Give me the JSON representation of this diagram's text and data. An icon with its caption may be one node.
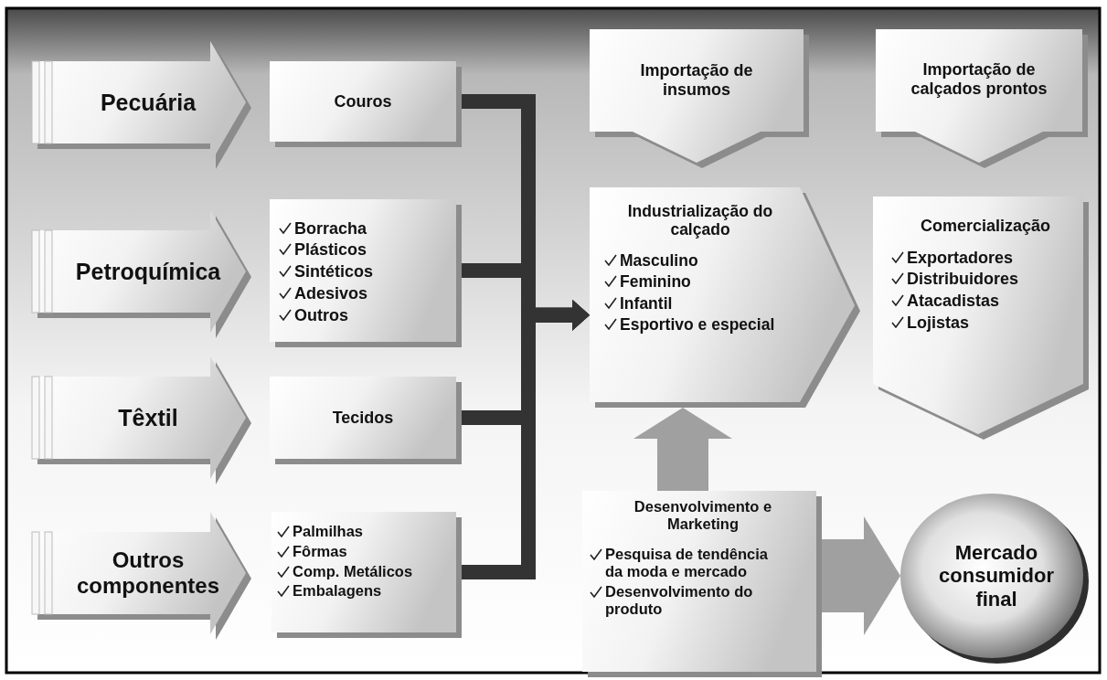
{
  "diagram": {
    "nodes": [
      {
        "text": [
          "Pecuária"
        ]
      },
      {
        "text": [
          "Couros"
        ]
      },
      {
        "text": [
          "Petroquímica"
        ]
      },
      {
        "text": [
          "Borracha",
          "Plásticos",
          "Sintéticos",
          "Adesivos",
          "Outros"
        ]
      },
      {
        "text": [
          "Têxtil"
        ]
      },
      {
        "text": [
          "Tecidos"
        ]
      },
      {
        "text": [
          "Outros componentes"
        ]
      },
      {
        "text": [
          "Palmilhas",
          "Fôrmas",
          "Comp. Metálicos",
          "Embalagens"
        ]
      },
      {
        "text": [
          "Importação de insumos"
        ]
      },
      {
        "text": [
          "Importação de calçados prontos"
        ]
      },
      {
        "text": [
          "Industrialização do calçado",
          "Masculino",
          "Feminino",
          "Infantil",
          "Esportivo e especial"
        ]
      },
      {
        "text": [
          "Comercialização",
          "Exportadores",
          "Distribuidores",
          "Atacadistas",
          "Lojistas"
        ]
      },
      {
        "text": [
          "Desenvolvimento e Marketing",
          "Pesquisa de tendência da moda e mercado",
          "Desenvolvimento do produto"
        ]
      },
      {
        "text": [
          "Mercado consumidor final"
        ]
      }
    ],
    "edges": [
      {
        "from": 1,
        "to": 10,
        "arrow": "to"
      },
      {
        "from": 3,
        "to": 10,
        "arrow": "to"
      },
      {
        "from": 5,
        "to": 10,
        "arrow": "to"
      },
      {
        "from": 7,
        "to": 10,
        "arrow": "to"
      },
      {
        "from": 12,
        "to": 10,
        "arrow": "to",
        "style": "thick",
        "color": "#a0a0a0"
      },
      {
        "from": 12,
        "to": 13,
        "arrow": "to",
        "style": "thick",
        "color": "#a0a0a0"
      }
    ]
  }
}
